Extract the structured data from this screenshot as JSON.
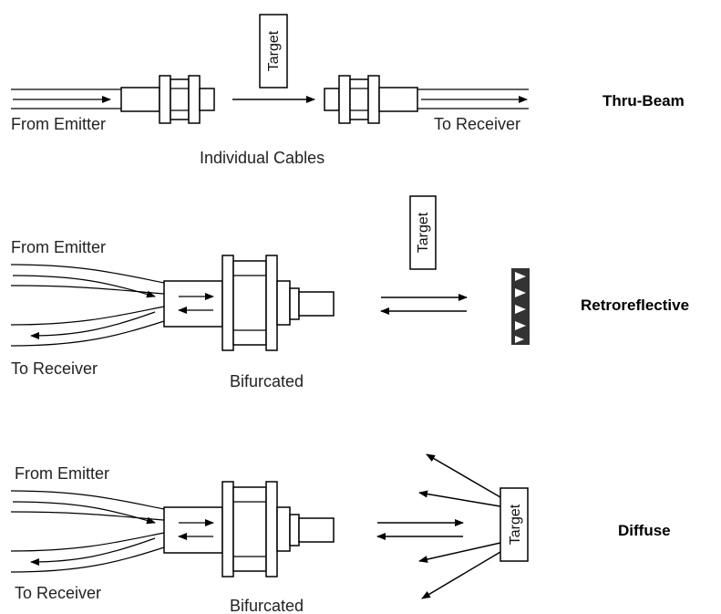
{
  "thru_beam": {
    "from_emitter": "From Emitter",
    "to_receiver": "To Receiver",
    "caption": "Individual Cables",
    "target": "Target",
    "mode": "Thru-Beam"
  },
  "retroreflective": {
    "from_emitter": "From Emitter",
    "to_receiver": "To Receiver",
    "caption": "Bifurcated",
    "target": "Target",
    "mode": "Retroreflective"
  },
  "diffuse": {
    "from_emitter": "From Emitter",
    "to_receiver": "To Receiver",
    "caption": "Bifurcated",
    "target": "Target",
    "mode": "Diffuse"
  },
  "colors": {
    "line": "#000000",
    "reflector": "#333333"
  }
}
